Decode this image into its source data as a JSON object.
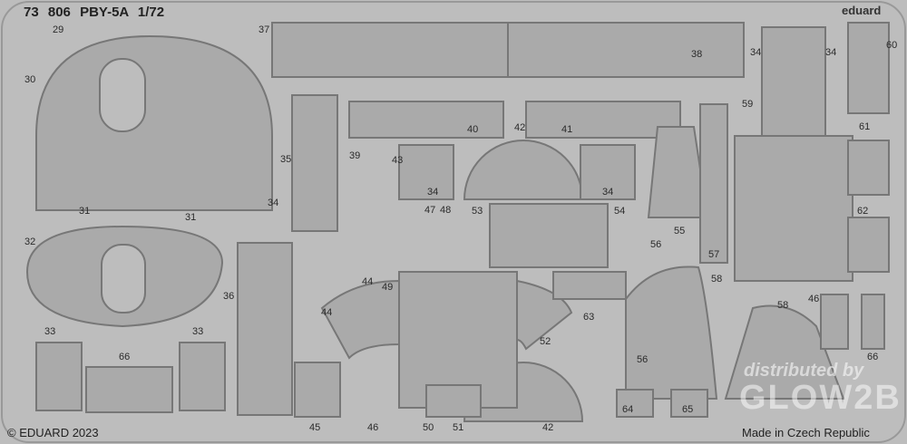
{
  "header": {
    "product_code": "73 806",
    "model": "PBY-5A",
    "scale": "1/72",
    "brand": "eduard"
  },
  "footer": {
    "copyright": "© EDUARD 2023",
    "origin": "Made in Czech Republic"
  },
  "watermark": {
    "line1": "distributed by",
    "line2": "GLOW2B"
  },
  "part_numbers": [
    "29",
    "37",
    "38",
    "30",
    "34",
    "34",
    "60",
    "59",
    "61",
    "40",
    "42",
    "41",
    "35",
    "39",
    "43",
    "34",
    "34",
    "31",
    "31",
    "34",
    "47",
    "48",
    "53",
    "54",
    "55",
    "62",
    "32",
    "56",
    "57",
    "36",
    "44",
    "49",
    "58",
    "46",
    "58",
    "63",
    "44",
    "52",
    "33",
    "33",
    "66",
    "56",
    "66",
    "64",
    "65",
    "45",
    "46",
    "50",
    "51",
    "42"
  ],
  "colors": {
    "background": "#bdbdbd",
    "part": "#aaaaaa",
    "outline": "#7a7a7a"
  }
}
